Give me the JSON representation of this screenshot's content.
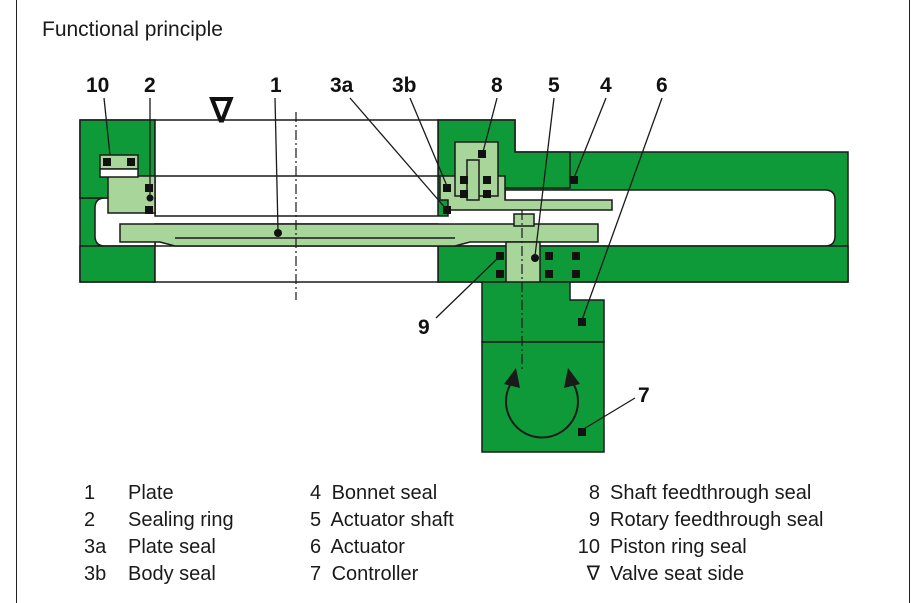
{
  "title": "Functional principle",
  "callouts": {
    "c10": "10",
    "c2": "2",
    "c1": "1",
    "c3a": "3a",
    "c3b": "3b",
    "c8": "8",
    "c5": "5",
    "c4": "4",
    "c6": "6",
    "c9": "9",
    "c7": "7"
  },
  "seat_symbol": "∇",
  "legend": {
    "col1": [
      {
        "num": "1",
        "label": "Plate"
      },
      {
        "num": "2",
        "label": "Sealing ring"
      },
      {
        "num": "3a",
        "label": "Plate seal"
      },
      {
        "num": "3b",
        "label": "Body seal"
      }
    ],
    "col2": [
      {
        "num": "4",
        "label": "Bonnet seal"
      },
      {
        "num": "5",
        "label": "Actuator shaft"
      },
      {
        "num": "6",
        "label": "Actuator"
      },
      {
        "num": "7",
        "label": "Controller"
      }
    ],
    "col3": [
      {
        "num": "8",
        "label": "Shaft feedthrough seal"
      },
      {
        "num": "9",
        "label": "Rotary feedthrough seal"
      },
      {
        "num": "10",
        "label": "Piston ring seal"
      },
      {
        "num": "∇",
        "label": "Valve seat side"
      }
    ]
  },
  "colors": {
    "body": "#0f9a3a",
    "part": "#a8d59a",
    "seal": "#111111",
    "outline": "#1a1a1a"
  }
}
